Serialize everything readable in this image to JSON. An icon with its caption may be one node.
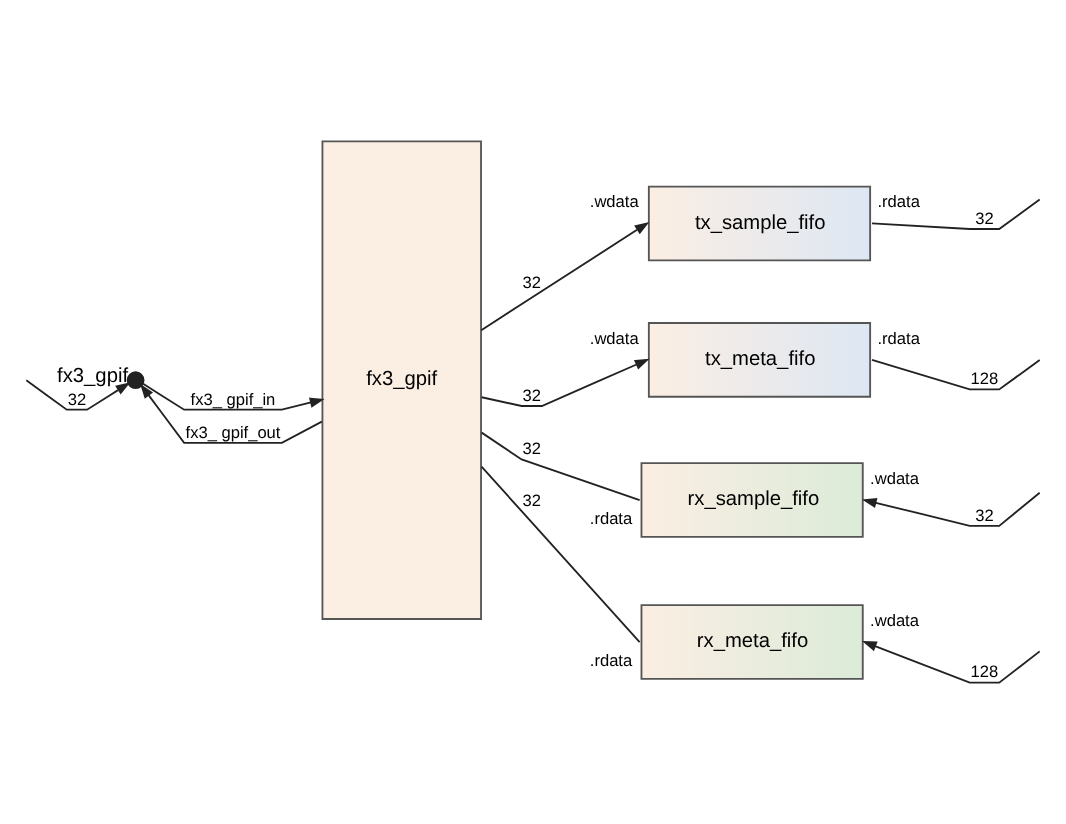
{
  "diagram": {
    "nodes": [
      {
        "text": [],
        "shape": "circle",
        "beside": [
          "fx3_gpif"
        ]
      },
      {
        "text": [
          "fx3_gpif"
        ]
      },
      {
        "text": [
          "tx_sample_fifo"
        ],
        "beside": [
          ".wdata",
          ".rdata"
        ]
      },
      {
        "text": [
          "tx_meta_fifo"
        ],
        "beside": [
          ".wdata",
          ".rdata"
        ]
      },
      {
        "text": [
          "rx_sample_fifo"
        ],
        "beside": [
          ".rdata",
          ".wdata"
        ]
      },
      {
        "text": [
          "rx_meta_fifo"
        ],
        "beside": [
          ".rdata",
          ".wdata"
        ]
      }
    ],
    "edges": [
      {
        "from": null,
        "to": 0,
        "arrow": "to",
        "label": "32"
      },
      {
        "from": 0,
        "to": 1,
        "arrow": "to",
        "label": "fx3_ gpif_in"
      },
      {
        "from": 1,
        "to": 0,
        "arrow": "to",
        "label": "fx3_ gpif_out"
      },
      {
        "from": 1,
        "to": 2,
        "arrow": "to",
        "label": "32"
      },
      {
        "from": 1,
        "to": 3,
        "arrow": "to",
        "label": "32"
      },
      {
        "from": 4,
        "to": 1,
        "arrow": "none",
        "label": "32"
      },
      {
        "from": 5,
        "to": 1,
        "arrow": "none",
        "label": "32"
      },
      {
        "from": 2,
        "to": null,
        "arrow": "none",
        "label": "32"
      },
      {
        "from": 3,
        "to": null,
        "arrow": "none",
        "label": "128"
      },
      {
        "from": null,
        "to": 4,
        "arrow": "to",
        "label": "32"
      },
      {
        "from": null,
        "to": 5,
        "arrow": "to",
        "label": "128"
      }
    ]
  }
}
